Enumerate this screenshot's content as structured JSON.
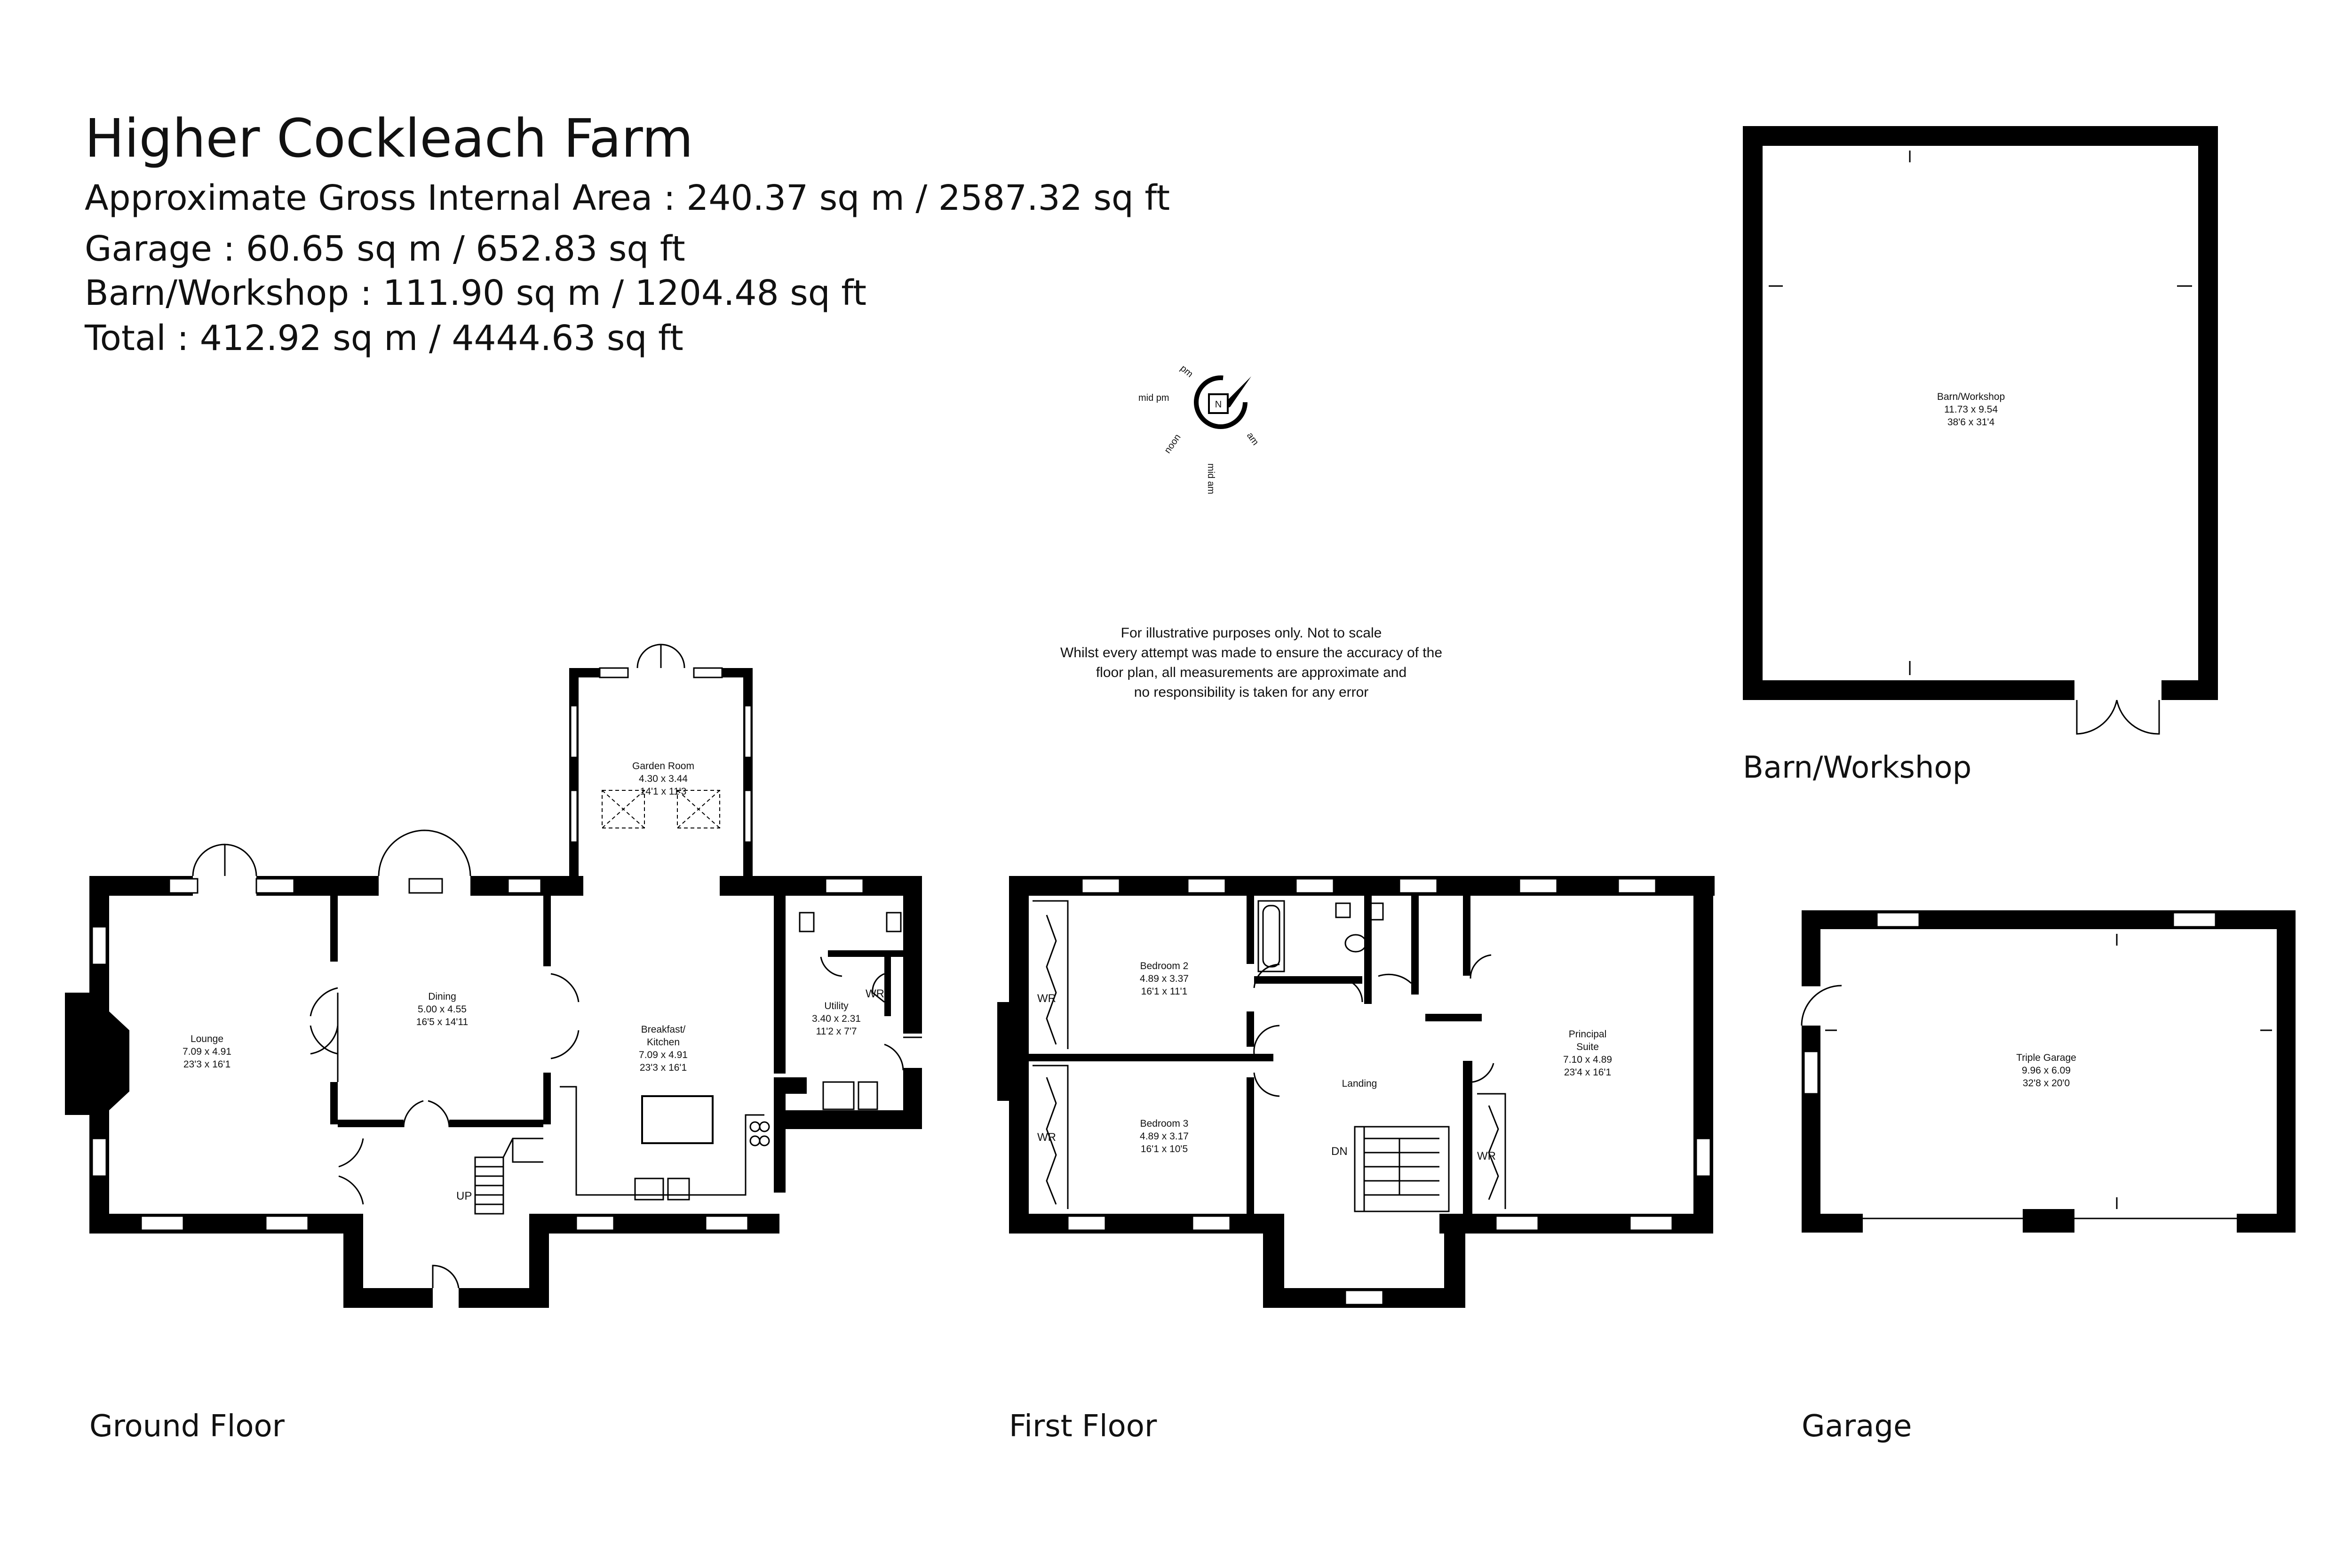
{
  "header": {
    "title": "Higher Cockleach Farm",
    "stats": [
      "Approximate Gross Internal Area : 240.37 sq m / 2587.32 sq ft",
      "Garage : 60.65 sq m / 652.83 sq ft",
      "Barn/Workshop : 111.90 sq m / 1204.48 sq ft",
      "Total : 412.92 sq m / 4444.63 sq ft"
    ]
  },
  "disclaimer": [
    "For illustrative purposes only. Not to scale",
    "Whilst every attempt was made to ensure the accuracy of the",
    "floor plan, all measurements are approximate and",
    "no responsibility is taken for any error"
  ],
  "compass": {
    "north": "N",
    "labels": [
      "pm",
      "mid pm",
      "noon",
      "mid am",
      "am"
    ]
  },
  "floors": {
    "ground": {
      "label": "Ground Floor",
      "rooms": {
        "lounge": [
          "Lounge",
          "7.09 x 4.91",
          "23'3 x 16'1"
        ],
        "dining": [
          "Dining",
          "5.00 x 4.55",
          "16'5 x 14'11"
        ],
        "garden": [
          "Garden Room",
          "4.30 x 3.44",
          "14'1 x 11'3"
        ],
        "kitchen": [
          "Breakfast/",
          "Kitchen",
          "7.09 x 4.91",
          "23'3 x 16'1"
        ],
        "utility": [
          "Utility",
          "3.40 x 2.31",
          "11'2 x 7'7"
        ]
      },
      "marks": {
        "wr": "WR",
        "up": "UP"
      }
    },
    "first": {
      "label": "First Floor",
      "rooms": {
        "bed2": [
          "Bedroom 2",
          "4.89 x 3.37",
          "16'1 x 11'1"
        ],
        "bed3": [
          "Bedroom 3",
          "4.89 x 3.17",
          "16'1 x 10'5"
        ],
        "landing": [
          "Landing"
        ],
        "suite": [
          "Principal",
          "Suite",
          "7.10 x 4.89",
          "23'4 x 16'1"
        ]
      },
      "marks": {
        "wr": "WR",
        "dn": "DN"
      }
    },
    "garage": {
      "label": "Garage",
      "rooms": {
        "garage": [
          "Triple Garage",
          "9.96 x 6.09",
          "32'8 x 20'0"
        ]
      }
    },
    "barn": {
      "label": "Barn/Workshop",
      "rooms": {
        "barn": [
          "Barn/Workshop",
          "11.73 x 9.54",
          "38'6 x 31'4"
        ]
      }
    }
  }
}
